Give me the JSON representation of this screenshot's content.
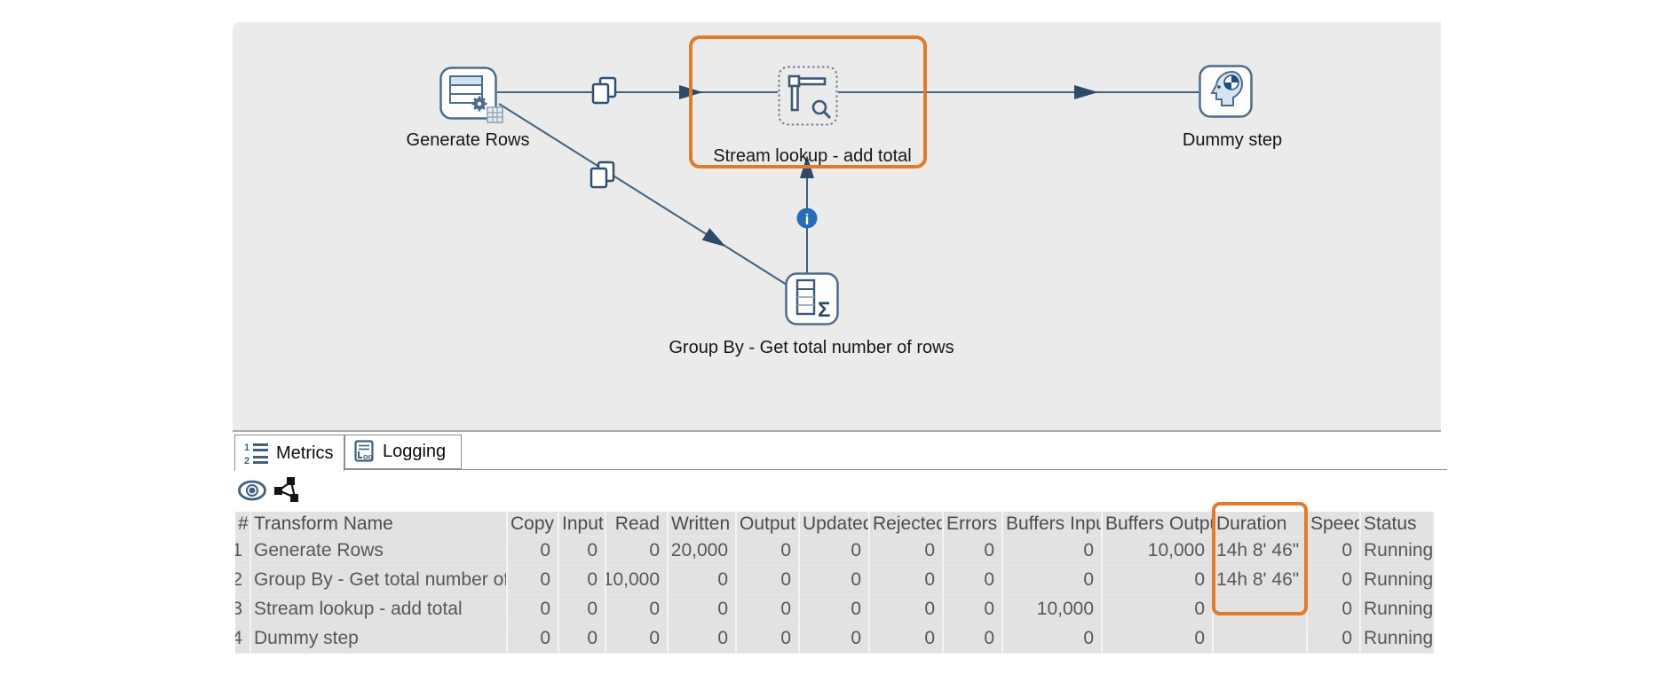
{
  "colors": {
    "highlight_orange": "#e07b2c",
    "hop_line": "#44607f",
    "step_border": "#4e6d8c",
    "info_blue": "#2a6cb5",
    "canvas_bg": "#ebebeb",
    "table_bg": "#e3e2e2"
  },
  "canvas": {
    "nodes": [
      {
        "id": "generate-rows",
        "label": "Generate Rows",
        "icon": "table-gear-icon"
      },
      {
        "id": "stream-lookup",
        "label": "Stream lookup - add total",
        "icon": "hammer-magnifier-icon",
        "highlighted": true
      },
      {
        "id": "dummy-step",
        "label": "Dummy step",
        "icon": "head-target-icon"
      },
      {
        "id": "group-by",
        "label": "Group By - Get total number of rows",
        "icon": "table-sigma-icon"
      }
    ],
    "hop_markers": [
      "copy-rows-icon",
      "copy-rows-icon",
      "info-icon"
    ]
  },
  "tabs": [
    {
      "label": "Metrics",
      "icon": "numbered-list-icon",
      "selected": true
    },
    {
      "label": "Logging",
      "icon": "log-document-icon",
      "selected": false
    }
  ],
  "panel_toolbar": {
    "icons": [
      "preview-eye-icon",
      "lineage-graph-icon"
    ]
  },
  "table": {
    "columns": [
      "#",
      "Transform Name",
      "Copy",
      "Input",
      "Read",
      "Written",
      "Output",
      "Updated",
      "Rejected",
      "Errors",
      "Buffers Input",
      "Buffers Output",
      "Duration",
      "Speed",
      "Status"
    ],
    "rows": [
      [
        "1",
        "Generate Rows",
        "0",
        "0",
        "0",
        "20,000",
        "0",
        "0",
        "0",
        "0",
        "0",
        "10,000",
        "14h  8' 46\"",
        "0",
        "Running"
      ],
      [
        "2",
        "Group By - Get total number of rows",
        "0",
        "0",
        "10,000",
        "0",
        "0",
        "0",
        "0",
        "0",
        "0",
        "0",
        "14h  8' 46\"",
        "0",
        "Running"
      ],
      [
        "3",
        "Stream lookup - add total",
        "0",
        "0",
        "0",
        "0",
        "0",
        "0",
        "0",
        "0",
        "10,000",
        "0",
        "",
        "0",
        "Running"
      ],
      [
        "4",
        "Dummy step",
        "0",
        "0",
        "0",
        "0",
        "0",
        "0",
        "0",
        "0",
        "0",
        "0",
        "",
        "0",
        "Running"
      ]
    ]
  }
}
